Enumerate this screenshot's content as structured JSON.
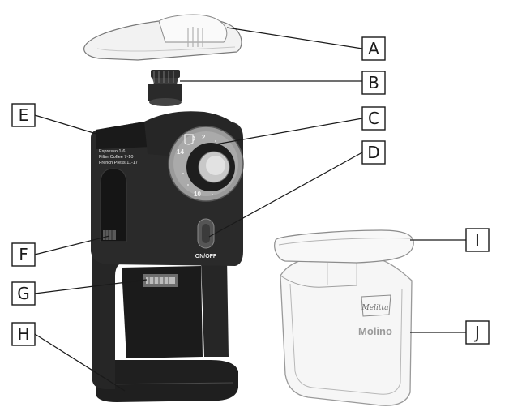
{
  "callouts": [
    {
      "letter": "A",
      "part": "bean hopper lid"
    },
    {
      "letter": "B",
      "part": "burr"
    },
    {
      "letter": "C",
      "part": "grind setting dial"
    },
    {
      "letter": "D",
      "part": "on/off button"
    },
    {
      "letter": "E",
      "part": "hopper"
    },
    {
      "letter": "F",
      "part": "side adjustment"
    },
    {
      "letter": "G",
      "part": "grounds outlet"
    },
    {
      "letter": "H",
      "part": "base"
    },
    {
      "letter": "I",
      "part": "container lid"
    },
    {
      "letter": "J",
      "part": "grounds container"
    }
  ],
  "device": {
    "dial_marks": [
      "2",
      "14",
      "10"
    ],
    "button_label": "ON/OFF",
    "side_print": [
      "Espresso 1-6",
      "Filter Coffee 7-10",
      "French Press 11-17"
    ],
    "container_brand": "Melitta",
    "container_model": "Molino"
  },
  "colors": {
    "body": "#2a2a2a",
    "line": "#1a1a1a",
    "translucent": "#f4f4f4"
  }
}
